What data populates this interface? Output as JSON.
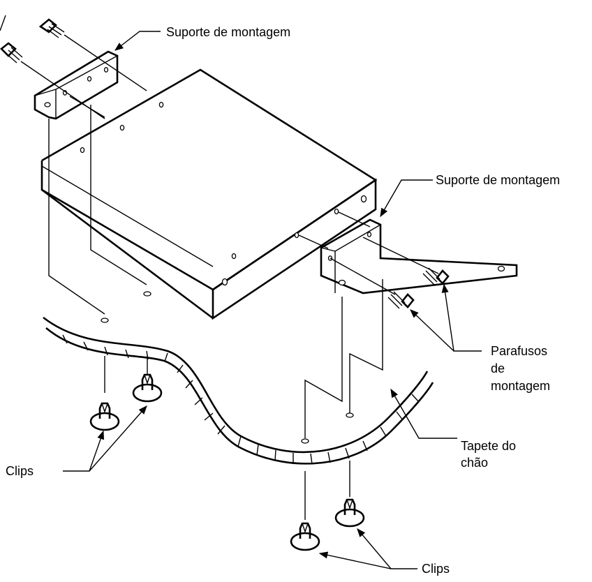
{
  "labels": {
    "bracket_top": "Suporte de montagem",
    "bracket_right": "Suporte de montagem",
    "screws_line1": "Parafusos",
    "screws_line2": "de",
    "screws_line3": "montagem",
    "carpet_line1": "Tapete do",
    "carpet_line2": "chão",
    "clips_left": "Clips",
    "clips_bottom": "Clips"
  }
}
